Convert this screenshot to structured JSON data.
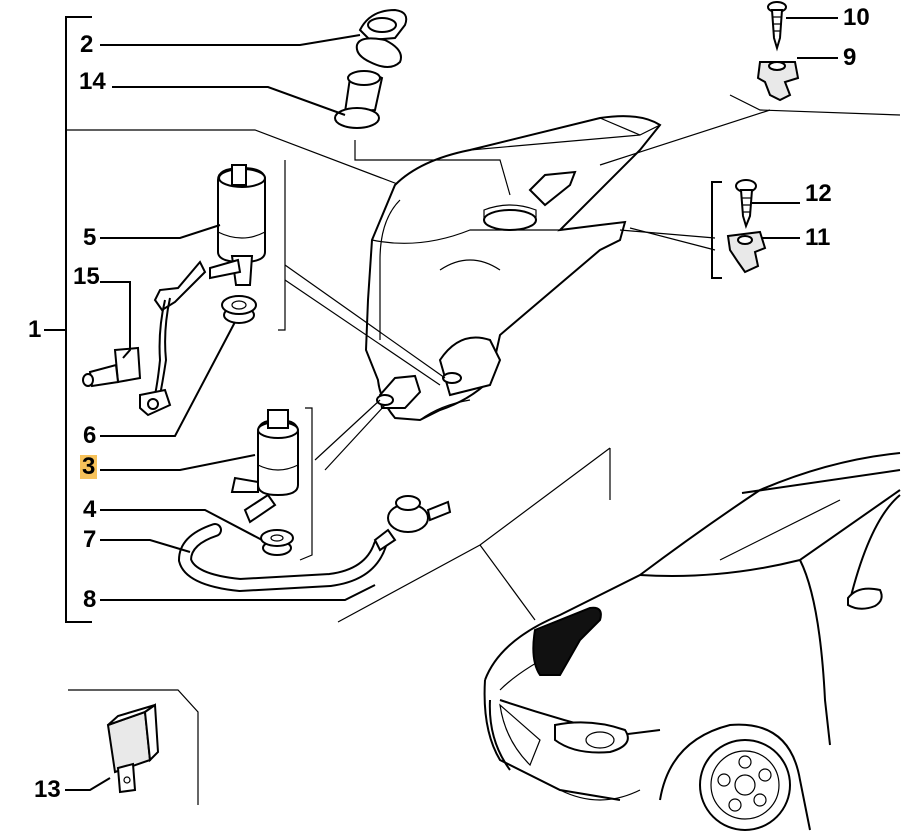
{
  "diagram": {
    "callouts": [
      {
        "id": "1",
        "label": "1",
        "highlighted": false
      },
      {
        "id": "2",
        "label": "2",
        "highlighted": false
      },
      {
        "id": "3",
        "label": "3",
        "highlighted": true
      },
      {
        "id": "4",
        "label": "4",
        "highlighted": false
      },
      {
        "id": "5",
        "label": "5",
        "highlighted": false
      },
      {
        "id": "6",
        "label": "6",
        "highlighted": false
      },
      {
        "id": "7",
        "label": "7",
        "highlighted": false
      },
      {
        "id": "8",
        "label": "8",
        "highlighted": false
      },
      {
        "id": "9",
        "label": "9",
        "highlighted": false
      },
      {
        "id": "10",
        "label": "10",
        "highlighted": false
      },
      {
        "id": "11",
        "label": "11",
        "highlighted": false
      },
      {
        "id": "12",
        "label": "12",
        "highlighted": false
      },
      {
        "id": "13",
        "label": "13",
        "highlighted": false
      },
      {
        "id": "14",
        "label": "14",
        "highlighted": false
      },
      {
        "id": "15",
        "label": "15",
        "highlighted": false
      }
    ],
    "highlight_color": "#f7c25a"
  }
}
